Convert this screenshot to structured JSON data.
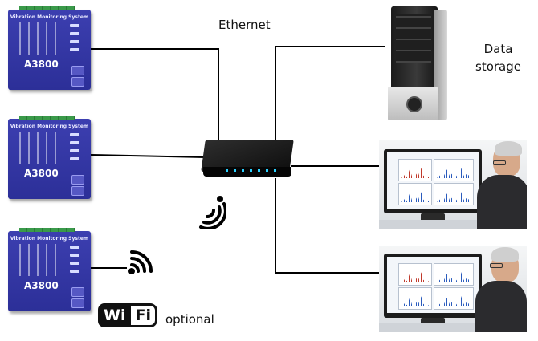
{
  "labels": {
    "ethernet": "Ethernet",
    "data_storage_line1": "Data",
    "data_storage_line2": "storage",
    "optional": "optional"
  },
  "wifi_logo": {
    "part1": "Wi",
    "part2": "Fi"
  },
  "modules": [
    {
      "title": "Vibration Monitoring System",
      "model": "A3800"
    },
    {
      "title": "Vibration Monitoring System",
      "model": "A3800"
    },
    {
      "title": "Vibration Monitoring System",
      "model": "A3800"
    }
  ],
  "colors": {
    "module_blue": "#3c3fb0",
    "router_led": "#2ad0ff",
    "line": "#000000"
  }
}
